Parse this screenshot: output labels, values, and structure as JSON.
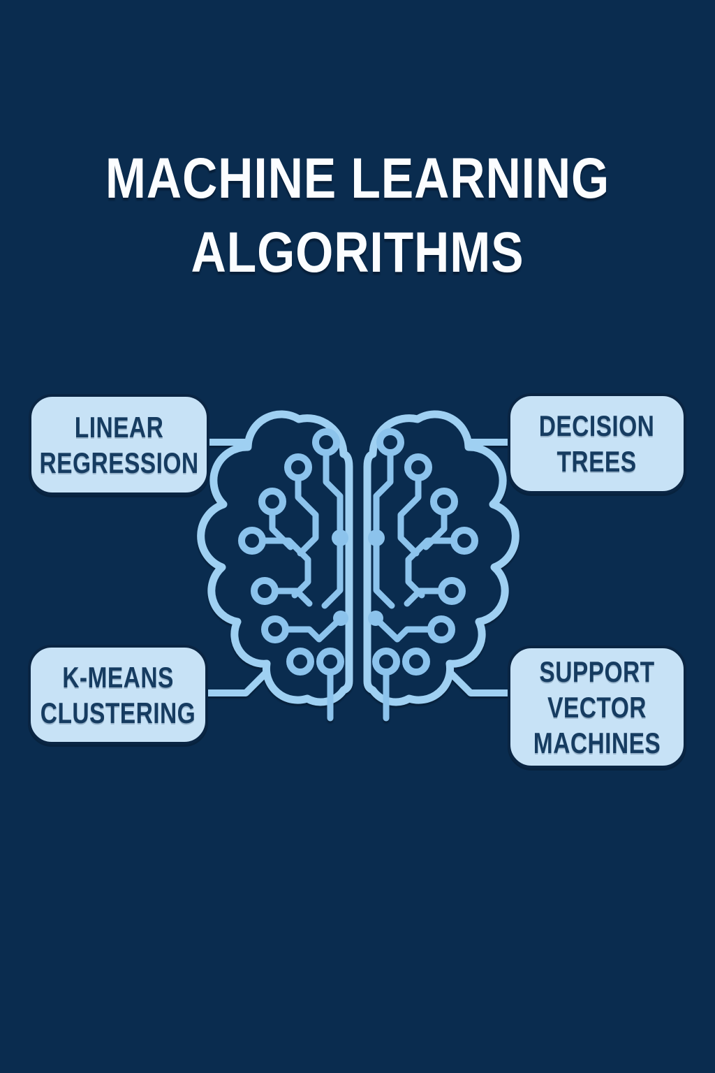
{
  "title": {
    "text": "MACHINE LEARNING\nALGORITHMS"
  },
  "nodes": {
    "top_left": {
      "label": "LINEAR\nREGRESSION"
    },
    "top_right": {
      "label": "DECISION\nTREES"
    },
    "bottom_left": {
      "label": "K-MEANS\nCLUSTERING"
    },
    "bottom_right": {
      "label": "SUPPORT\nVECTOR\nMACHINES"
    }
  },
  "illustration": {
    "name": "circuit-board brain with two hemispheres and connector traces"
  },
  "colors": {
    "bg": "#0a2c4f",
    "line": "#9fd0f2",
    "trace": "#8cc3ec",
    "box-fill": "#c7e2f6",
    "box-border": "#0a2543",
    "box-text": "#163c61",
    "title-text": "#fbfdff"
  }
}
